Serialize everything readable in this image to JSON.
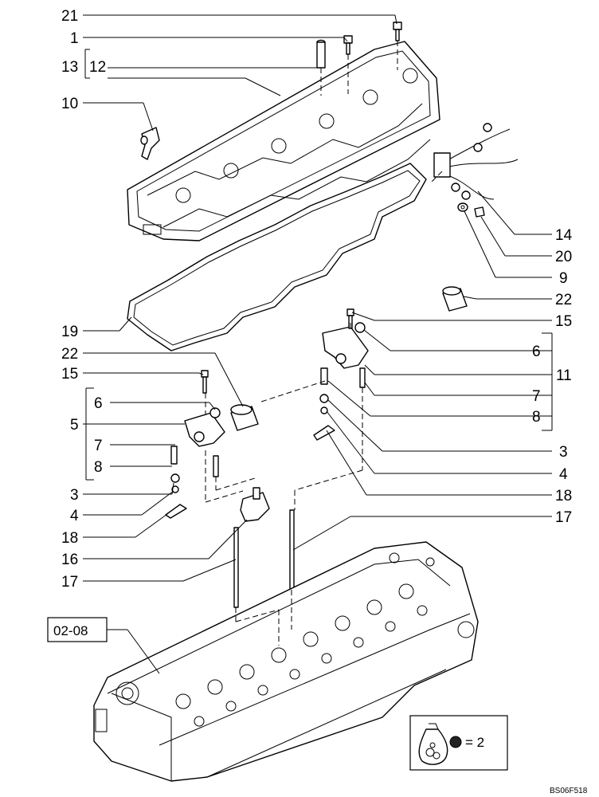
{
  "callouts": {
    "c21": "21",
    "c1": "1",
    "c13": "13",
    "c12": "12",
    "c10": "10",
    "c14": "14",
    "c20": "20",
    "c9": "9",
    "c22a": "22",
    "c15a": "15",
    "c19": "19",
    "c22b": "22",
    "c6a": "6",
    "c11": "11",
    "c15b": "15",
    "c7a": "7",
    "c6b": "6",
    "c8a": "8",
    "c5": "5",
    "c7b": "7",
    "c8b": "8",
    "c3a": "3",
    "c4a": "4",
    "c3b": "3",
    "c18a": "18",
    "c4b": "4",
    "c18b": "18",
    "c17a": "17",
    "c16": "16",
    "c17b": "17"
  },
  "reference_box": "02-08",
  "kit_legend": {
    "equals_text": "= 2"
  },
  "drawing_code": "BS06F518"
}
